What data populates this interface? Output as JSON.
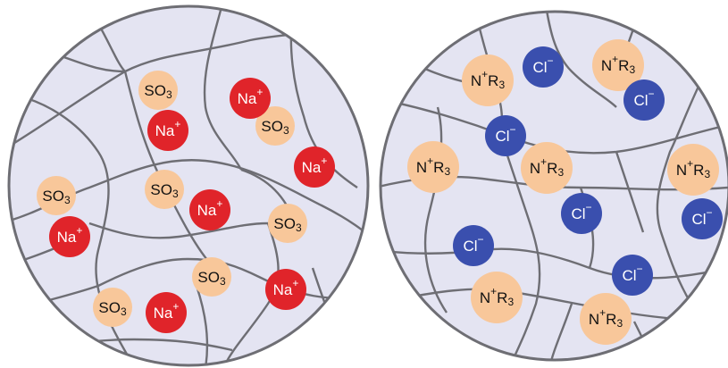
{
  "colors": {
    "background": "#e4e4f2",
    "border": "#6e6e74",
    "fiber": "#6e6e74",
    "sulfonate": "#f8c79a",
    "sodium": "#e0242a",
    "ammonium": "#f8c79a",
    "chloride": "#3a4fae"
  },
  "cation_exchanger": {
    "fixed_group": {
      "base": "SO",
      "sub": "3"
    },
    "counter_ion": {
      "base": "Na",
      "sup": "+"
    }
  },
  "anion_exchanger": {
    "fixed_group": {
      "base": "N",
      "sup": "+",
      "mid": "R",
      "sub": "3"
    },
    "counter_ion": {
      "base": "Cl",
      "sup": "−"
    }
  }
}
